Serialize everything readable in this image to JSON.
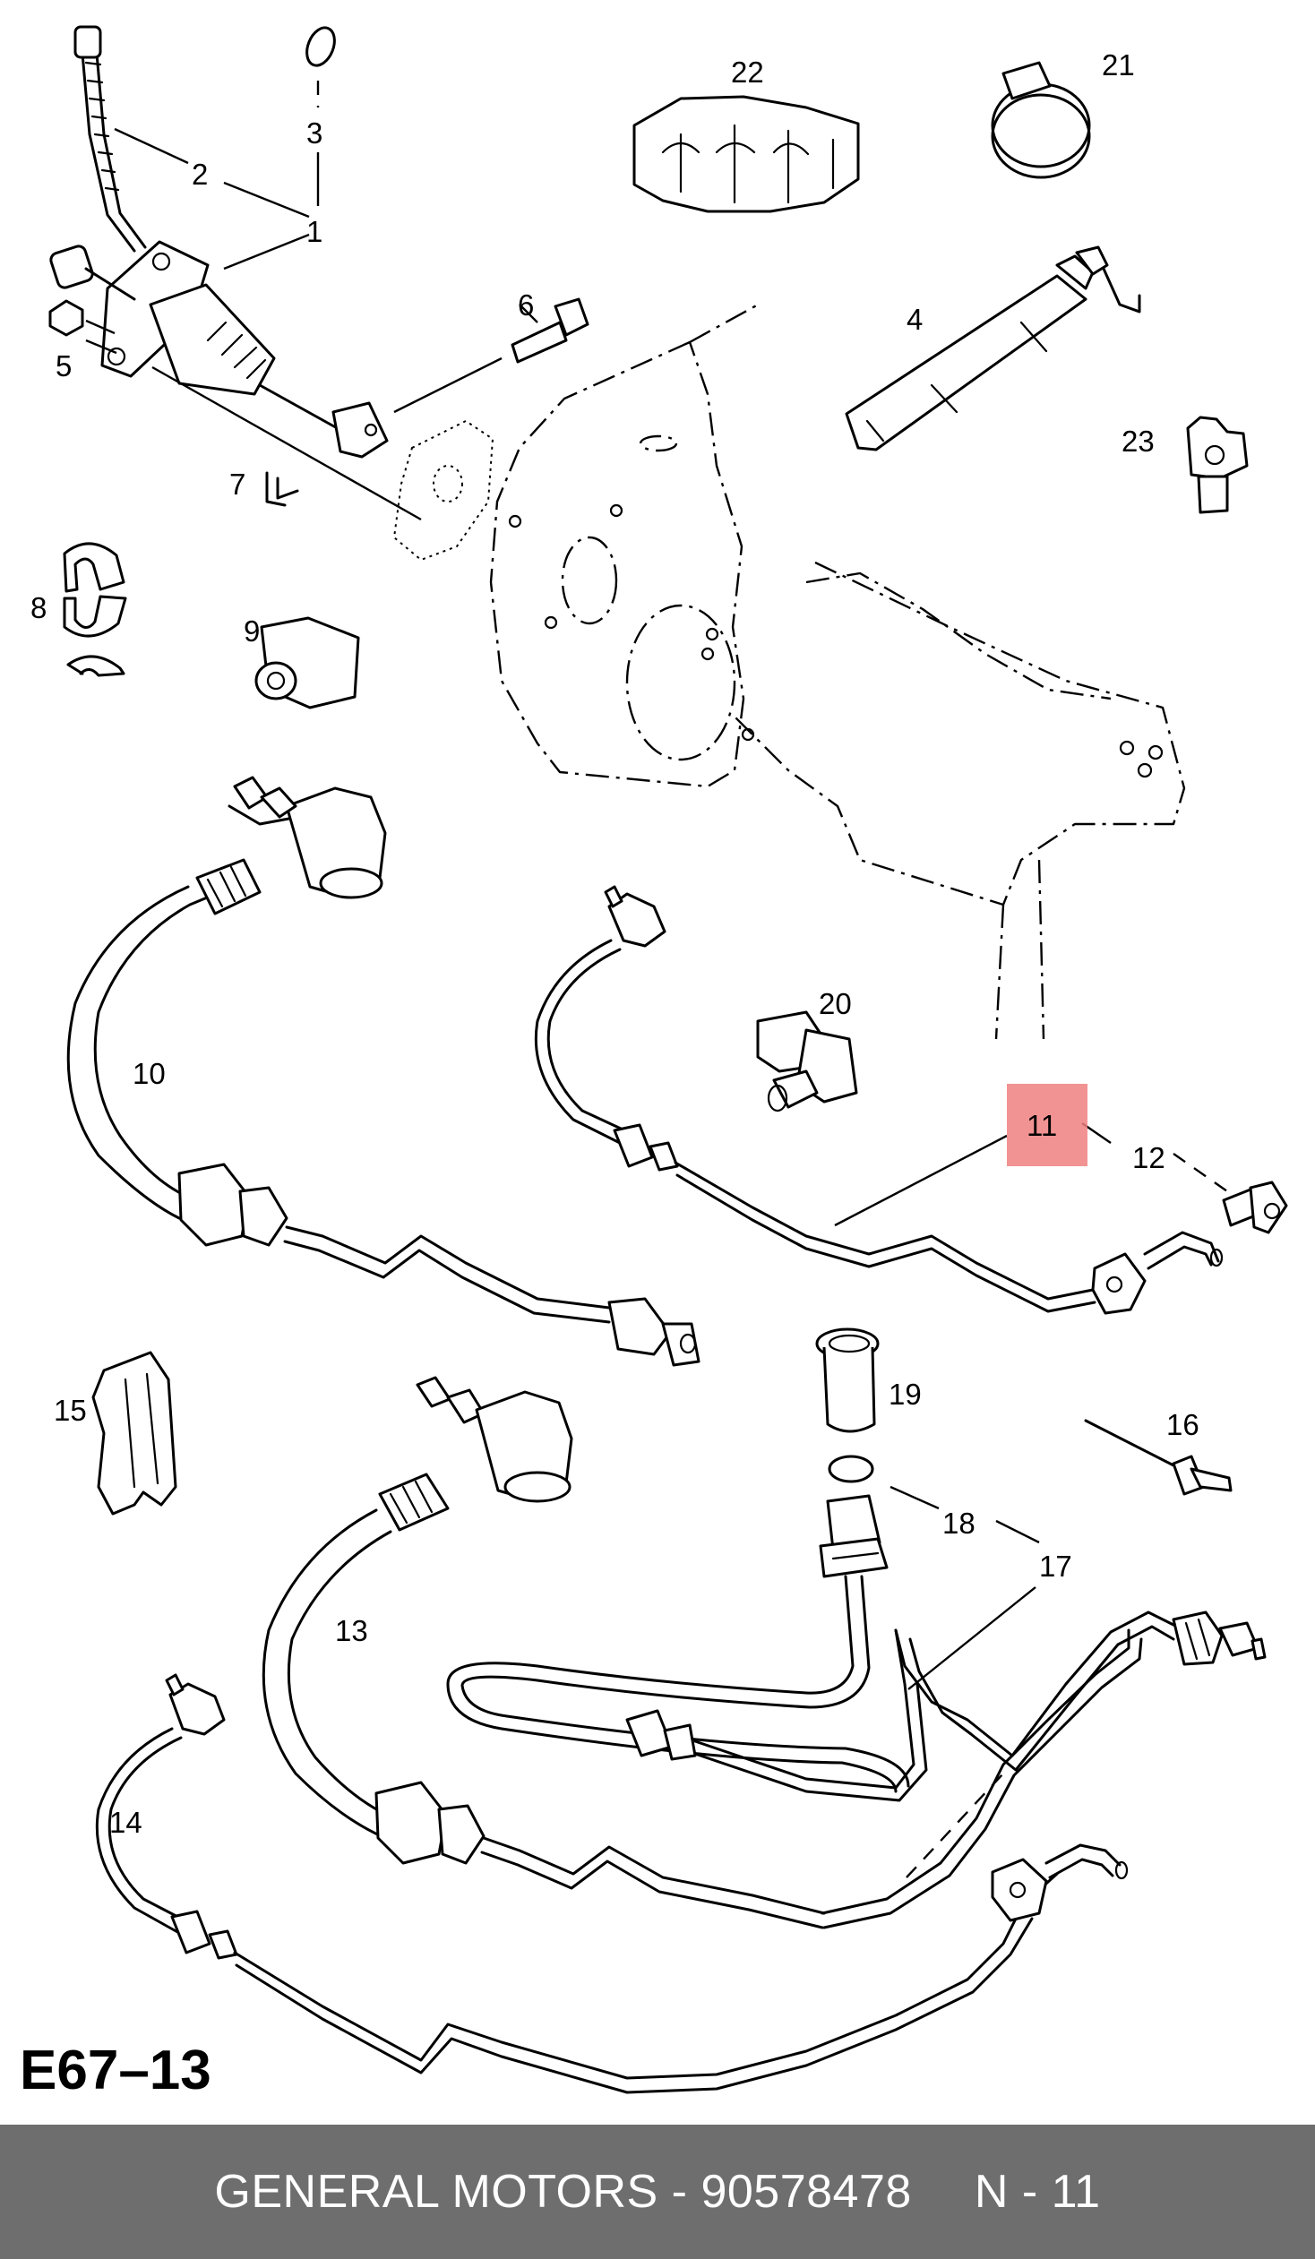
{
  "diagram": {
    "code": "E67–13",
    "highlighted_callout": "11",
    "highlight_color": "#f08080",
    "callouts": [
      {
        "id": "1",
        "label": "1"
      },
      {
        "id": "2",
        "label": "2"
      },
      {
        "id": "3",
        "label": "3"
      },
      {
        "id": "4",
        "label": "4"
      },
      {
        "id": "5",
        "label": "5"
      },
      {
        "id": "6",
        "label": "6"
      },
      {
        "id": "7",
        "label": "7"
      },
      {
        "id": "8",
        "label": "8"
      },
      {
        "id": "9",
        "label": "9"
      },
      {
        "id": "10",
        "label": "10"
      },
      {
        "id": "11",
        "label": "11"
      },
      {
        "id": "12",
        "label": "12"
      },
      {
        "id": "13",
        "label": "13"
      },
      {
        "id": "14",
        "label": "14"
      },
      {
        "id": "15",
        "label": "15"
      },
      {
        "id": "16",
        "label": "16"
      },
      {
        "id": "17",
        "label": "17"
      },
      {
        "id": "18",
        "label": "18"
      },
      {
        "id": "19",
        "label": "19"
      },
      {
        "id": "20",
        "label": "20"
      },
      {
        "id": "21",
        "label": "21"
      },
      {
        "id": "22",
        "label": "22"
      },
      {
        "id": "23",
        "label": "23"
      }
    ]
  },
  "footer": {
    "brand": "GENERAL MOTORS",
    "separator": "-",
    "part_number": "90578478",
    "position_prefix": "N",
    "position_separator": "-",
    "position_number": "11",
    "background_color": "#6e6e6e",
    "text_color": "#ffffff"
  }
}
